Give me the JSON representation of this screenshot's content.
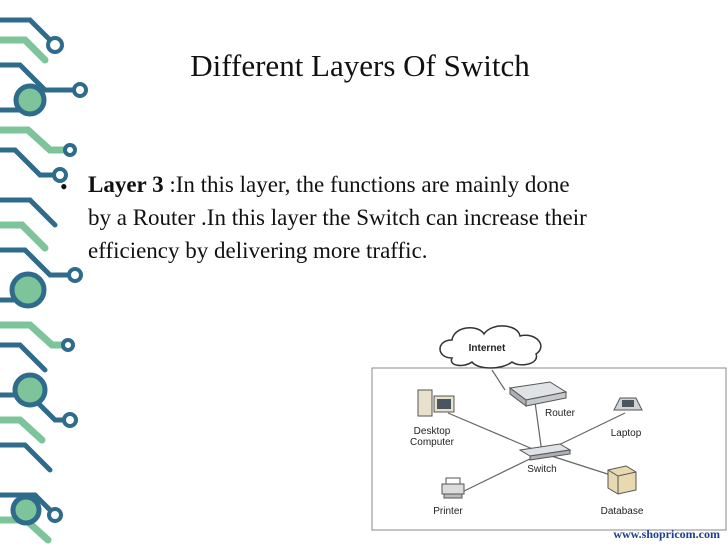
{
  "slide": {
    "title": "Different Layers Of Switch",
    "bullet": {
      "term": "Layer 3",
      "lines": [
        ":In this layer, the functions are mainly done",
        "by a Router .In this layer the Switch can increase their",
        "efficiency by delivering more traffic."
      ]
    }
  },
  "diagram": {
    "internet": "Internet",
    "router": "Router",
    "desktop_line1": "Desktop",
    "desktop_line2": "Computer",
    "laptop": "Laptop",
    "switch": "Switch",
    "printer": "Printer",
    "database": "Database"
  },
  "watermark": "www.shopricom.com",
  "colors": {
    "circuit_green": "#7dc49a",
    "circuit_dark": "#2f6b8a",
    "watermark_blue": "#1c3f8c"
  }
}
